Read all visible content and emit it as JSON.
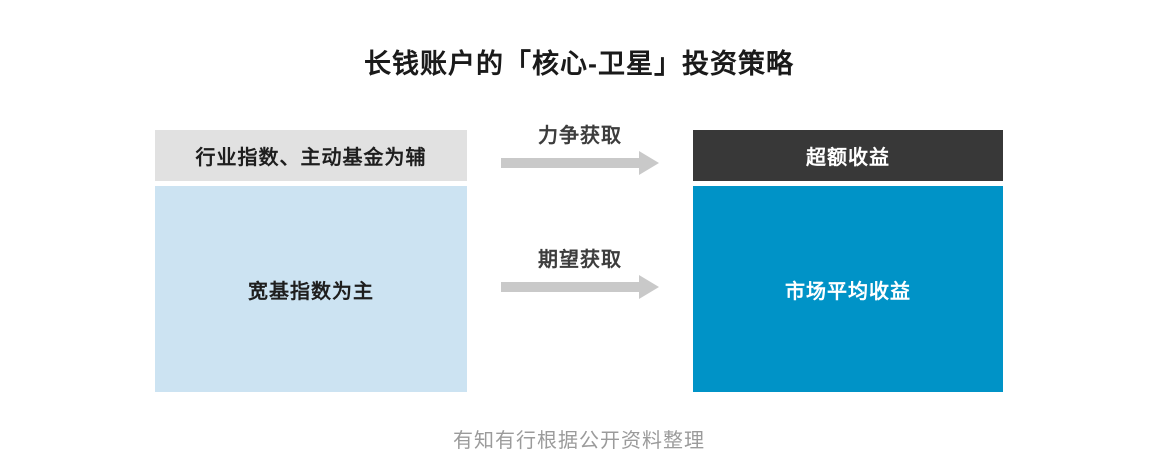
{
  "title": "长钱账户的「核心-卫星」投资策略",
  "left_column": {
    "top_box": {
      "label": "行业指数、主动基金为辅"
    },
    "bottom_box": {
      "label": "宽基指数为主"
    }
  },
  "right_column": {
    "top_box": {
      "label": "超额收益"
    },
    "bottom_box": {
      "label": "市场平均收益"
    }
  },
  "arrows": [
    {
      "label": "力争获取",
      "direction": "right"
    },
    {
      "label": "期望获取",
      "direction": "right"
    }
  ],
  "footer": {
    "caption": "有知有行根据公开资料整理"
  },
  "colors": {
    "title_text": "#1a1a1a",
    "left_top_box_bg": "#e1e1e1",
    "left_bottom_box_bg": "#cce3f2",
    "right_top_box_bg": "#383838",
    "right_bottom_box_bg": "#0093c7",
    "dark_text": "#1e1e1e",
    "light_text": "#ffffff",
    "arrow": "#c9c9c9",
    "arrow_label_text": "#3d3d3d",
    "caption_text": "#9b9b9b"
  }
}
